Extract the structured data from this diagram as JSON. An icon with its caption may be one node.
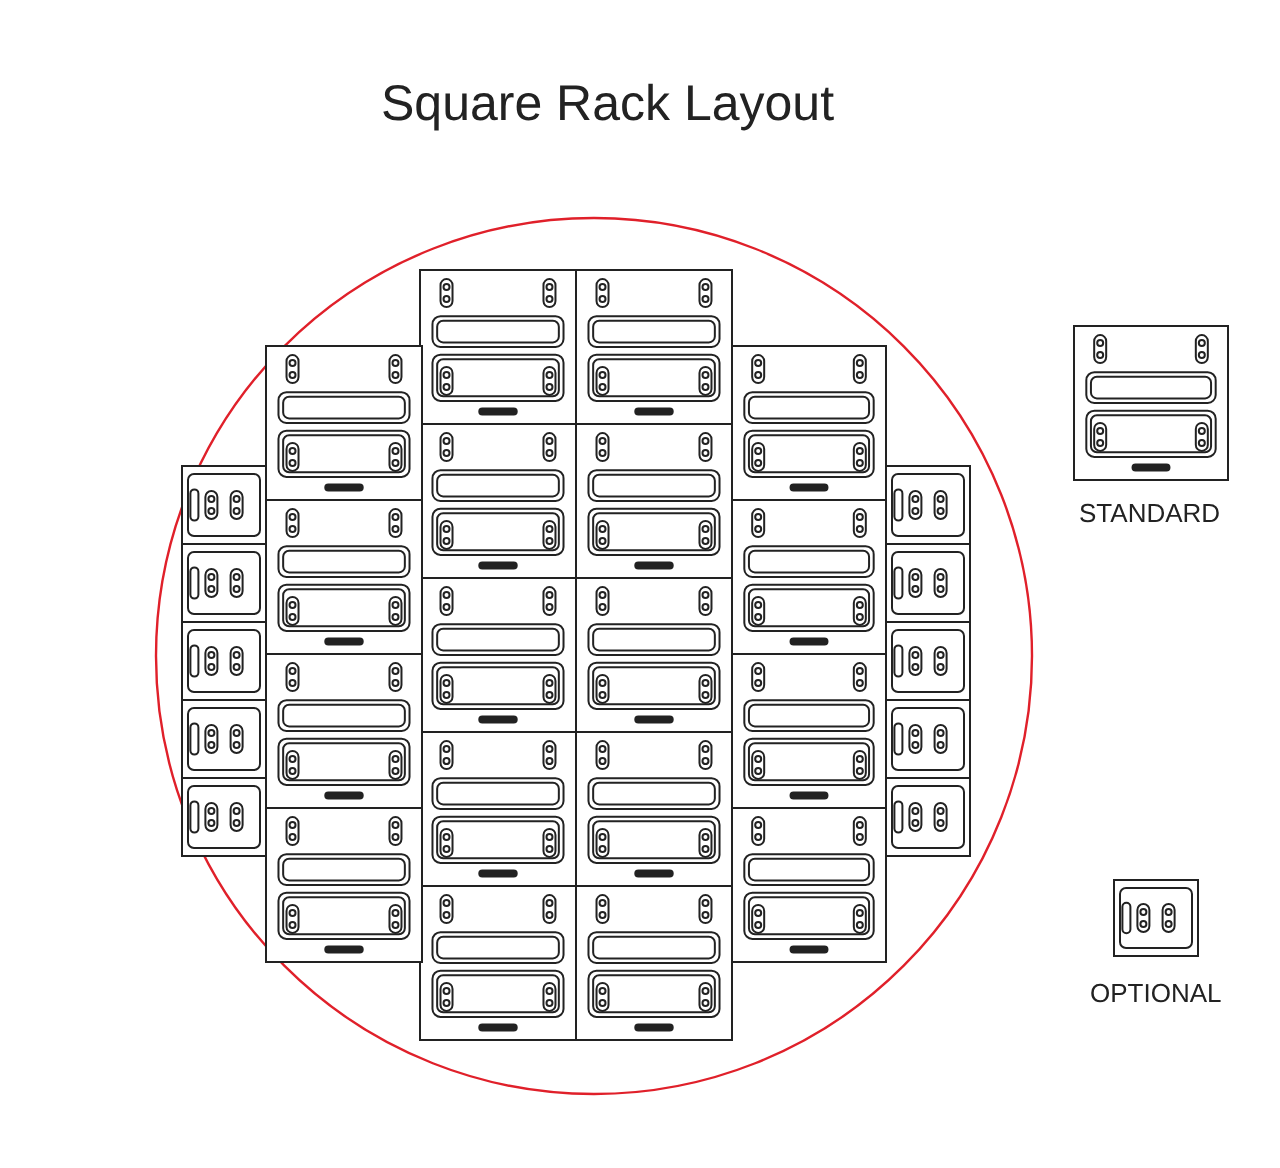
{
  "diagram": {
    "title": "Square Rack Layout",
    "labels": [
      "STANDARD",
      "OPTIONAL"
    ]
  }
}
